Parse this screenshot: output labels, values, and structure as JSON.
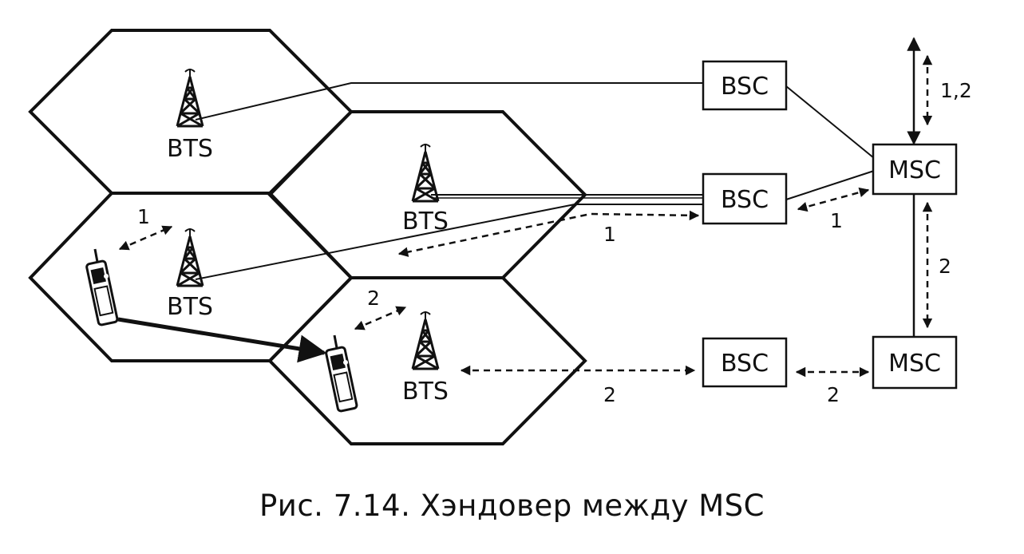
{
  "diagram": {
    "bts_label": "BTS",
    "bsc_label": "BSC",
    "msc_label": "MSC",
    "links": {
      "ms1_to_bts": "1",
      "bsc2_to_bts": "1",
      "msc_to_bsc2": "1",
      "ms2_to_bts": "2",
      "bsc3_to_bts": "2",
      "msc2_to_bsc3": "2",
      "msc_to_msc2": "2",
      "external": "1,2"
    }
  },
  "caption": "Рис. 7.14. Хэндовер между MSC"
}
